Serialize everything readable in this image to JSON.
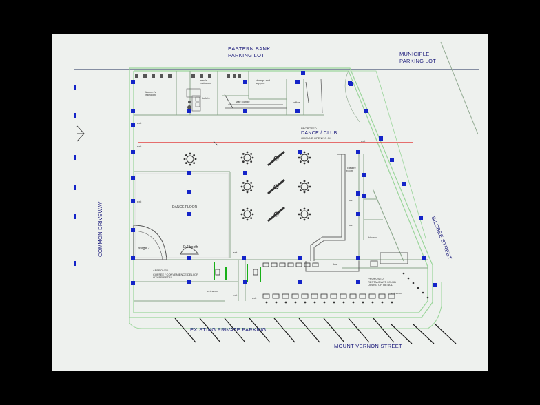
{
  "labels": {
    "eastern_bank": "EASTERN BANK",
    "parking_lot_1": "PARKING LOT",
    "municipal": "MUNICIPLE",
    "parking_lot_2": "PARKING LOT",
    "common_driveway": "COMMON DRIVEWAY",
    "silsbee_street": "SILSBEE STREET",
    "existing_private_parking": "EXISTING PRIVATE PARKING",
    "mount_vernon_street": "MOUNT VERNON STREET",
    "proposed_top": "PROPOSED",
    "dance_club": "DANCE / CLUB",
    "ground_opening": "GROUND OPENING OK",
    "dance_floor": "DANCE FLOOR",
    "stage": "stage 2",
    "dj_booth": "D.J.booth",
    "womens_restroom": "Women's restroom",
    "mens_restroom": "men's restroom",
    "storage": "storage and support",
    "staff_lounge": "staff lounge",
    "office": "office",
    "kitchen": "kitchen",
    "theatre_room": "Theatre room",
    "bar_1": "bar",
    "bar_2": "bar",
    "bar_3": "bar",
    "toilets": "toilets",
    "entrance_left": "entrance",
    "entrance_right": "entrance",
    "exit_1": "exit",
    "exit_2": "exit",
    "exit_3": "exit",
    "exit_4": "exit",
    "exit_5": "exit",
    "exit_6": "exit",
    "exit_7": "exit",
    "approved_left": "APPROVED",
    "approved_left_sub": "COFFEE / CONVENIENCE/DELI OR OTHER RETAIL",
    "proposed_right": "PROPOSED",
    "proposed_right_sub": "RESTAURANT / CLUB DINING OR RETAIL"
  },
  "colors": {
    "paper": "#eef1ee",
    "wall": "#8aa58a",
    "outline_green": "#9ad59a",
    "column_blue": "#1424c8",
    "red_line": "#e02020",
    "text_blue": "#1a1a7a"
  }
}
